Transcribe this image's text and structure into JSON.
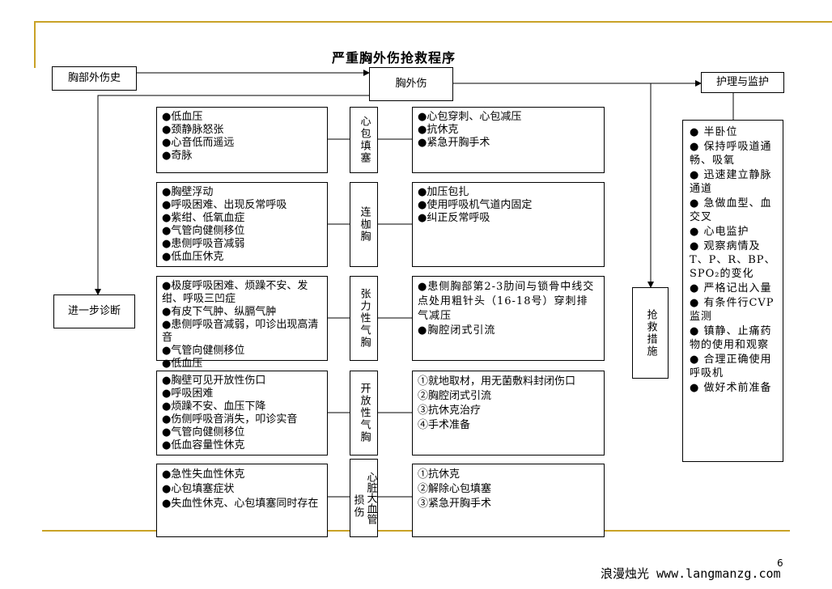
{
  "title": "严重胸外伤抢救程序",
  "nodes": {
    "history": "胸部外伤史",
    "trauma": "胸外伤",
    "care": "护理与监护",
    "diagnosis": "进一步诊断",
    "rescue": "抢救措施"
  },
  "rows": [
    {
      "name": "心包填塞",
      "symptoms": [
        "●低血压",
        "●颈静脉怒张",
        "●心音低而遥远",
        "●奇脉"
      ],
      "treatments": [
        "●心包穿刺、心包减压",
        "●抗休克",
        "●紧急开胸手术"
      ]
    },
    {
      "name": "连枷胸",
      "symptoms": [
        "●胸壁浮动",
        "●呼吸困难、出现反常呼吸",
        "●紫绀、低氧血症",
        "●气管向健侧移位",
        "●患侧呼吸音减弱",
        "●低血压休克"
      ],
      "treatments": [
        "●加压包扎",
        "●使用呼吸机气道内固定",
        "●纠正反常呼吸"
      ]
    },
    {
      "name": "张力性气胸",
      "symptoms": [
        "●极度呼吸困难、烦躁不安、发绀、呼吸三凹症",
        "●有皮下气肿、纵膈气肿",
        "●患侧呼吸音减弱，叩诊出现高清音",
        "●气管向健侧移位",
        "●低血压"
      ],
      "treatments": [
        "●患侧胸部第2-3肋间与锁骨中线交点处用粗针头（16-18号）穿刺排气减压",
        "●胸腔闭式引流"
      ]
    },
    {
      "name": "开放性气胸",
      "symptoms": [
        "●胸壁可见开放性伤口",
        "●呼吸困难",
        "●烦躁不安、血压下降",
        "●伤侧呼吸音消失，叩诊实音",
        "●气管向健侧移位",
        "●低血容量性休克"
      ],
      "treatments": [
        "①就地取材，用无菌敷料封闭伤口",
        "②胸腔闭式引流",
        "③抗休克治疗",
        "④手术准备"
      ]
    },
    {
      "name_a": "心脏大血管",
      "name_b": "损伤",
      "symptoms": [
        "●急性失血性休克",
        "●心包填塞症状",
        "●失血性休克、心包填塞同时存在"
      ],
      "treatments": [
        "①抗休克",
        "②解除心包填塞",
        "③紧急开胸手术"
      ]
    }
  ],
  "care_items": [
    "●  半卧位",
    "●  保持呼吸道通畅、吸氧",
    "●  迅速建立静脉通道",
    "●  急做血型、血交叉",
    "●  心电监护",
    "●  观察病情及T、P、R、BP、SPO₂的变化",
    "●  严格记出入量",
    "●  有条件行CVP监测",
    "●  镇静、止痛药物的使用和观察",
    "●  合理正确使用呼吸机",
    "●  做好术前准备"
  ],
  "footer": "浪漫烛光 www.langmanzg.com",
  "page_number": "6"
}
